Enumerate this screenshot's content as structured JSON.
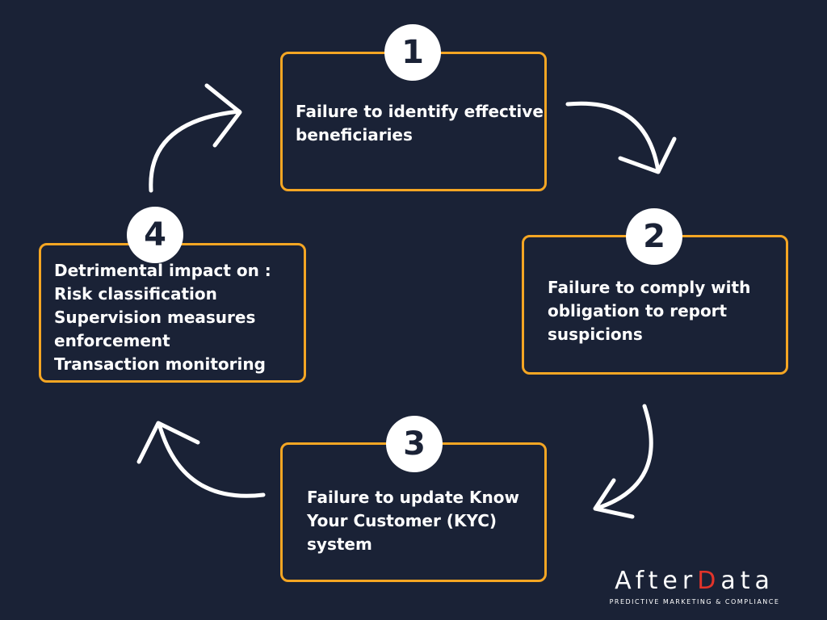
{
  "steps": [
    {
      "number": "1",
      "lines": [
        "Failure to identify effective",
        "beneficiaries"
      ]
    },
    {
      "number": "2",
      "lines": [
        "Failure to comply with",
        "obligation to report",
        "suspicions"
      ]
    },
    {
      "number": "3",
      "lines": [
        "Failure to update Know",
        "Your Customer (KYC)",
        "system"
      ]
    },
    {
      "number": "4",
      "lines": [
        "Detrimental impact on :",
        "Risk classification",
        "Supervision measures",
        "enforcement",
        "Transaction monitoring"
      ]
    }
  ],
  "logo": {
    "brand_prefix": "After",
    "brand_accent": "D",
    "brand_suffix": "ata",
    "tagline": "PREDICTIVE MARKETING & COMPLIANCE"
  },
  "colors": {
    "background": "#1a2236",
    "box_border": "#f5a623",
    "text": "#ffffff",
    "badge": "#ffffff",
    "logo_accent": "#e2342a"
  }
}
